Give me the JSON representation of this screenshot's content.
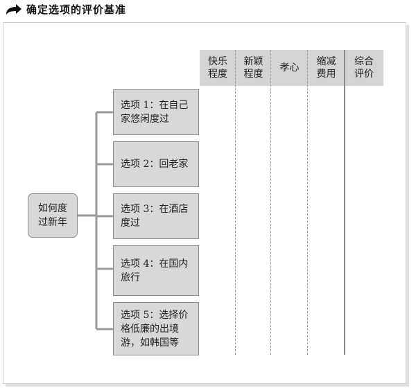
{
  "title": "确定选项的评价基准",
  "root_label": "如何度\n过新年",
  "criteria": [
    {
      "label": "快乐\n程度"
    },
    {
      "label": "新颖\n程度"
    },
    {
      "label": "孝心"
    },
    {
      "label": "缩减\n费用"
    },
    {
      "label": "综合\n评价"
    }
  ],
  "options": [
    {
      "label": "选项 1：在自己\n家悠闲度过"
    },
    {
      "label": "选项 2：回老家"
    },
    {
      "label": "选项 3：在酒店\n度过"
    },
    {
      "label": "选项 4：在国内\n旅行"
    },
    {
      "label": "选项 5：选择价\n格低廉的出境\n游，如韩国等"
    }
  ],
  "colors": {
    "box_fill": "#d8d8d8",
    "header_fill": "#d4d4d4",
    "connector": "#999999"
  },
  "icons": {
    "title_arrow": "curved-arrow-icon"
  }
}
